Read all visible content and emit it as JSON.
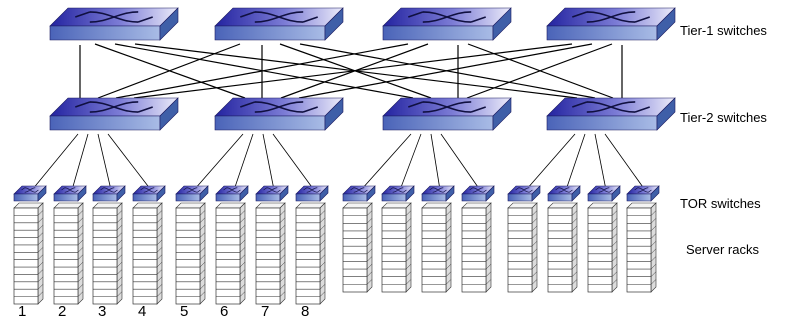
{
  "labels": {
    "tier1": "Tier-1 switches",
    "tier2": "Tier-2 switches",
    "tor": "TOR switches",
    "racks": "Server racks"
  },
  "rack_numbers": [
    "1",
    "2",
    "3",
    "4",
    "5",
    "6",
    "7",
    "8"
  ],
  "colors": {
    "switch_top_dark": "#2a2aa8",
    "switch_top_light": "#e6e6f8",
    "switch_front": "#6f87c8",
    "switch_side": "#3f5fa8",
    "wire": "#000000",
    "rack_fill": "#ffffff",
    "rack_stroke": "#333333"
  },
  "icons": {
    "switch": "network-switch-icon",
    "rack": "server-rack-icon"
  }
}
